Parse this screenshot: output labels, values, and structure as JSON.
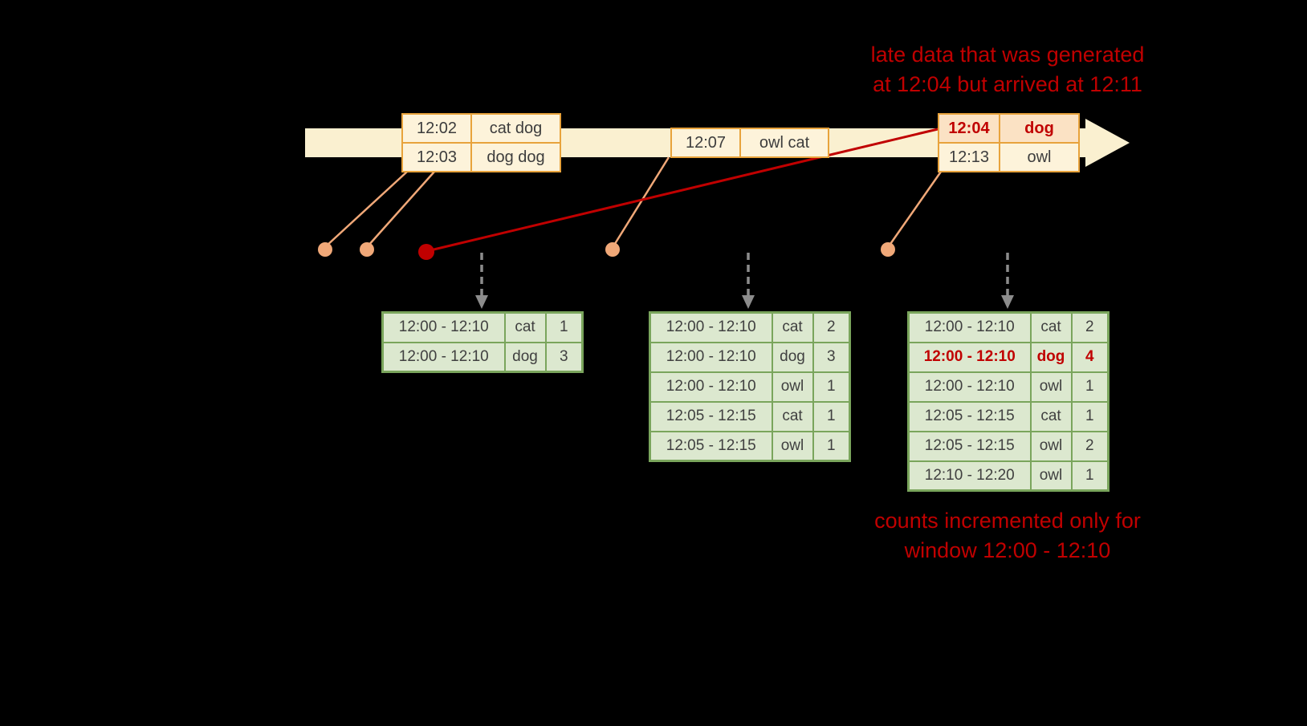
{
  "colors": {
    "background": "#000000",
    "timeline-fill": "#faf0d0",
    "event-border": "#e8a33c",
    "event-fill": "#fdf3da",
    "event-late-fill": "#fbe2c4",
    "salmon": "#f0a878",
    "late-red": "#c00000",
    "arrow-gray": "#8c8c8c",
    "table-fill": "#dce8cf",
    "table-border": "#7aa55c",
    "table-text": "#404040"
  },
  "annotations": {
    "late_data": {
      "line1": "late data that was generated",
      "line2": "at 12:04 but arrived at 12:11"
    },
    "counts": {
      "line1": "counts incremented only for",
      "line2": "window 12:00 - 12:10"
    }
  },
  "events": {
    "group1": {
      "rows": [
        {
          "time": "12:02",
          "words": "cat dog"
        },
        {
          "time": "12:03",
          "words": "dog dog"
        }
      ]
    },
    "group2": {
      "rows": [
        {
          "time": "12:07",
          "words": "owl cat"
        }
      ]
    },
    "group3": {
      "rows": [
        {
          "time": "12:04",
          "words": "dog"
        },
        {
          "time": "12:13",
          "words": "owl"
        }
      ]
    }
  },
  "tables": {
    "t1": {
      "rows": [
        [
          "12:00 - 12:10",
          "cat",
          "1"
        ],
        [
          "12:00 - 12:10",
          "dog",
          "3"
        ]
      ]
    },
    "t2": {
      "rows": [
        [
          "12:00 - 12:10",
          "cat",
          "2"
        ],
        [
          "12:00 - 12:10",
          "dog",
          "3"
        ],
        [
          "12:00 - 12:10",
          "owl",
          "1"
        ],
        [
          "12:05 - 12:15",
          "cat",
          "1"
        ],
        [
          "12:05 - 12:15",
          "owl",
          "1"
        ]
      ]
    },
    "t3": {
      "rows": [
        [
          "12:00 - 12:10",
          "cat",
          "2"
        ],
        [
          "12:00 - 12:10",
          "dog",
          "4"
        ],
        [
          "12:00 - 12:10",
          "owl",
          "1"
        ],
        [
          "12:05 - 12:15",
          "cat",
          "1"
        ],
        [
          "12:05 - 12:15",
          "owl",
          "2"
        ],
        [
          "12:10 - 12:20",
          "owl",
          "1"
        ]
      ]
    }
  }
}
